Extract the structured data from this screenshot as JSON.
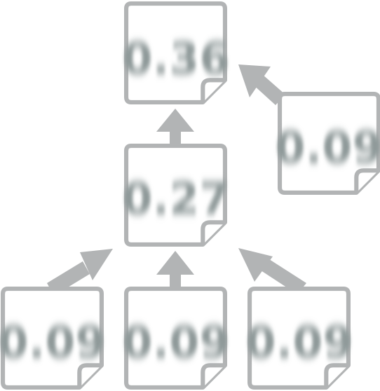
{
  "diagram": {
    "colors": {
      "frame": "#b2b4b5",
      "arrow": "#b2b4b5",
      "value_text": "#8f9a9a",
      "background": "#ffffff"
    },
    "nodes": {
      "root": {
        "value": "0.36",
        "icon": "document-icon"
      },
      "middle": {
        "value": "0.27",
        "icon": "document-icon"
      },
      "side": {
        "value": "0.09",
        "icon": "document-icon"
      },
      "bottom_left": {
        "value": "0.09",
        "icon": "document-icon"
      },
      "bottom_center": {
        "value": "0.09",
        "icon": "document-icon"
      },
      "bottom_right": {
        "value": "0.09",
        "icon": "document-icon"
      }
    },
    "edges": [
      {
        "from": "middle",
        "to": "root"
      },
      {
        "from": "side",
        "to": "root"
      },
      {
        "from": "bottom_left",
        "to": "middle"
      },
      {
        "from": "bottom_center",
        "to": "middle"
      },
      {
        "from": "bottom_right",
        "to": "middle"
      }
    ]
  }
}
